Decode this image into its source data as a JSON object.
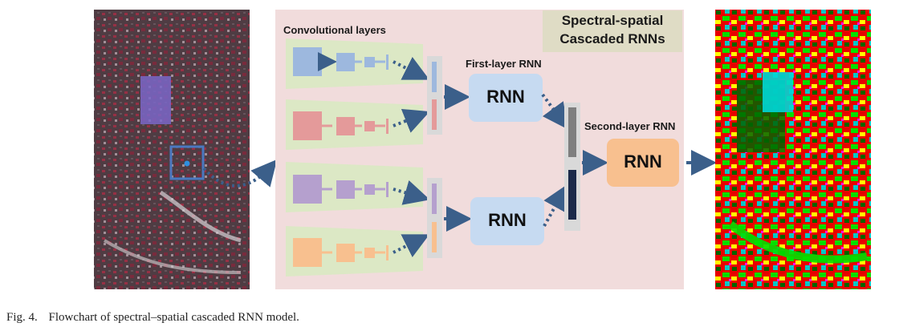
{
  "title": {
    "line1": "Spectral-spatial",
    "line2": "Cascaded RNNs"
  },
  "labels": {
    "conv_layers": "Convolutional layers",
    "first_layer": "First-layer RNN",
    "second_layer": "Second-layer RNN"
  },
  "rnn_blocks": {
    "top": "RNN",
    "bottom": "RNN",
    "second": "RNN"
  },
  "caption": {
    "fig": "Fig. 4.",
    "text": "Flowchart of spectral–spatial cascaded RNN model."
  },
  "colors": {
    "panel_bg": "#f1dcdc",
    "title_bg": "#dfdcc5",
    "conv_trapezoid": "#dce8c5",
    "blue_branch": "#9db8de",
    "red_branch": "#e49a9a",
    "purple_branch": "#b5a0ce",
    "orange_branch": "#f8c08f",
    "rnn_first": "#c6daf1",
    "rnn_second": "#f8c08f",
    "arrow": "#3b5f8a"
  }
}
